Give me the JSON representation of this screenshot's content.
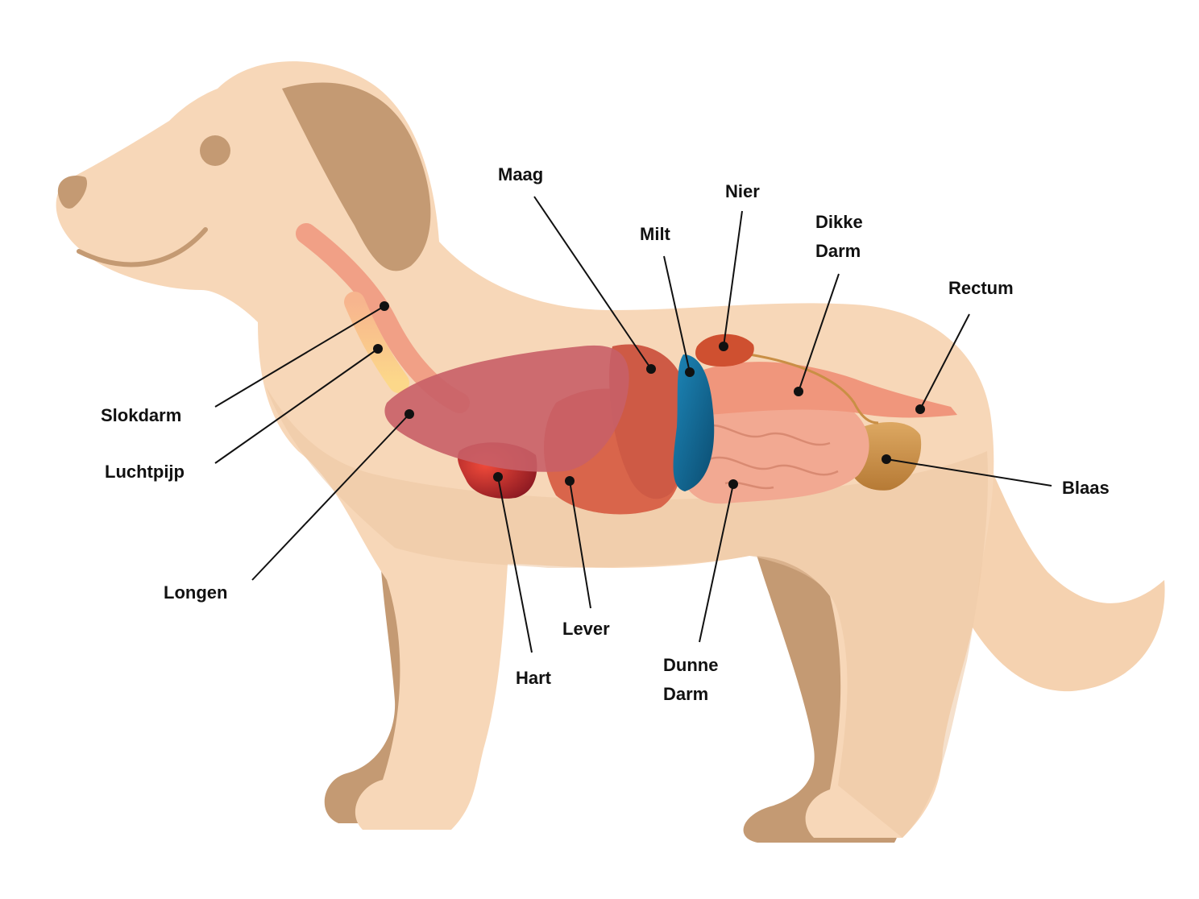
{
  "colors": {
    "body": "#F7D7B8",
    "body_shadow": "#EDC7A2",
    "ear_leg": "#C49A73",
    "lungs": "#C85F67",
    "heart": "#B71C1C",
    "liver": "#D9654B",
    "stomach": "#CE5A45",
    "spleen": "#0E6A96",
    "kidney": "#CF5030",
    "intestine": "#F2A992",
    "bladder": "#C98F45",
    "trachea": "#F9C98A",
    "esophagus": "#F0967C",
    "pointer": "#111111"
  },
  "labels": {
    "slokdarm": "Slokdarm",
    "luchtpijp": "Luchtpijp",
    "longen": "Longen",
    "hart": "Hart",
    "lever": "Lever",
    "maag": "Maag",
    "milt": "Milt",
    "nier": "Nier",
    "dikke_darm": [
      "Dikke",
      "Darm"
    ],
    "rectum": "Rectum",
    "blaas": "Blaas",
    "dunne_darm": [
      "Dunne",
      "Darm"
    ]
  }
}
